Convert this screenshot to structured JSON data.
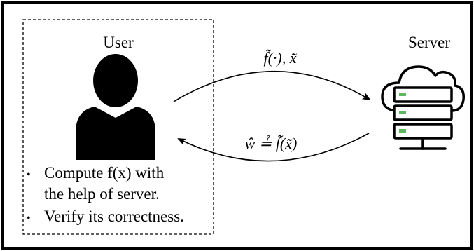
{
  "user_panel": {
    "title": "User",
    "bullets": [
      "Compute f(x) with",
      "the help of server.",
      "Verify its correctness."
    ],
    "bullet_glyph": "•"
  },
  "server_panel": {
    "title": "Server"
  },
  "arrows": {
    "to_server_label": "f̃(·), x̃",
    "to_user_label": "ŵ ≟ f̃(x̃)"
  },
  "icons": {
    "user": "user-silhouette-icon",
    "server": "cloud-server-icon"
  },
  "colors": {
    "stroke": "#000000",
    "server_led": "#5cb85c"
  }
}
